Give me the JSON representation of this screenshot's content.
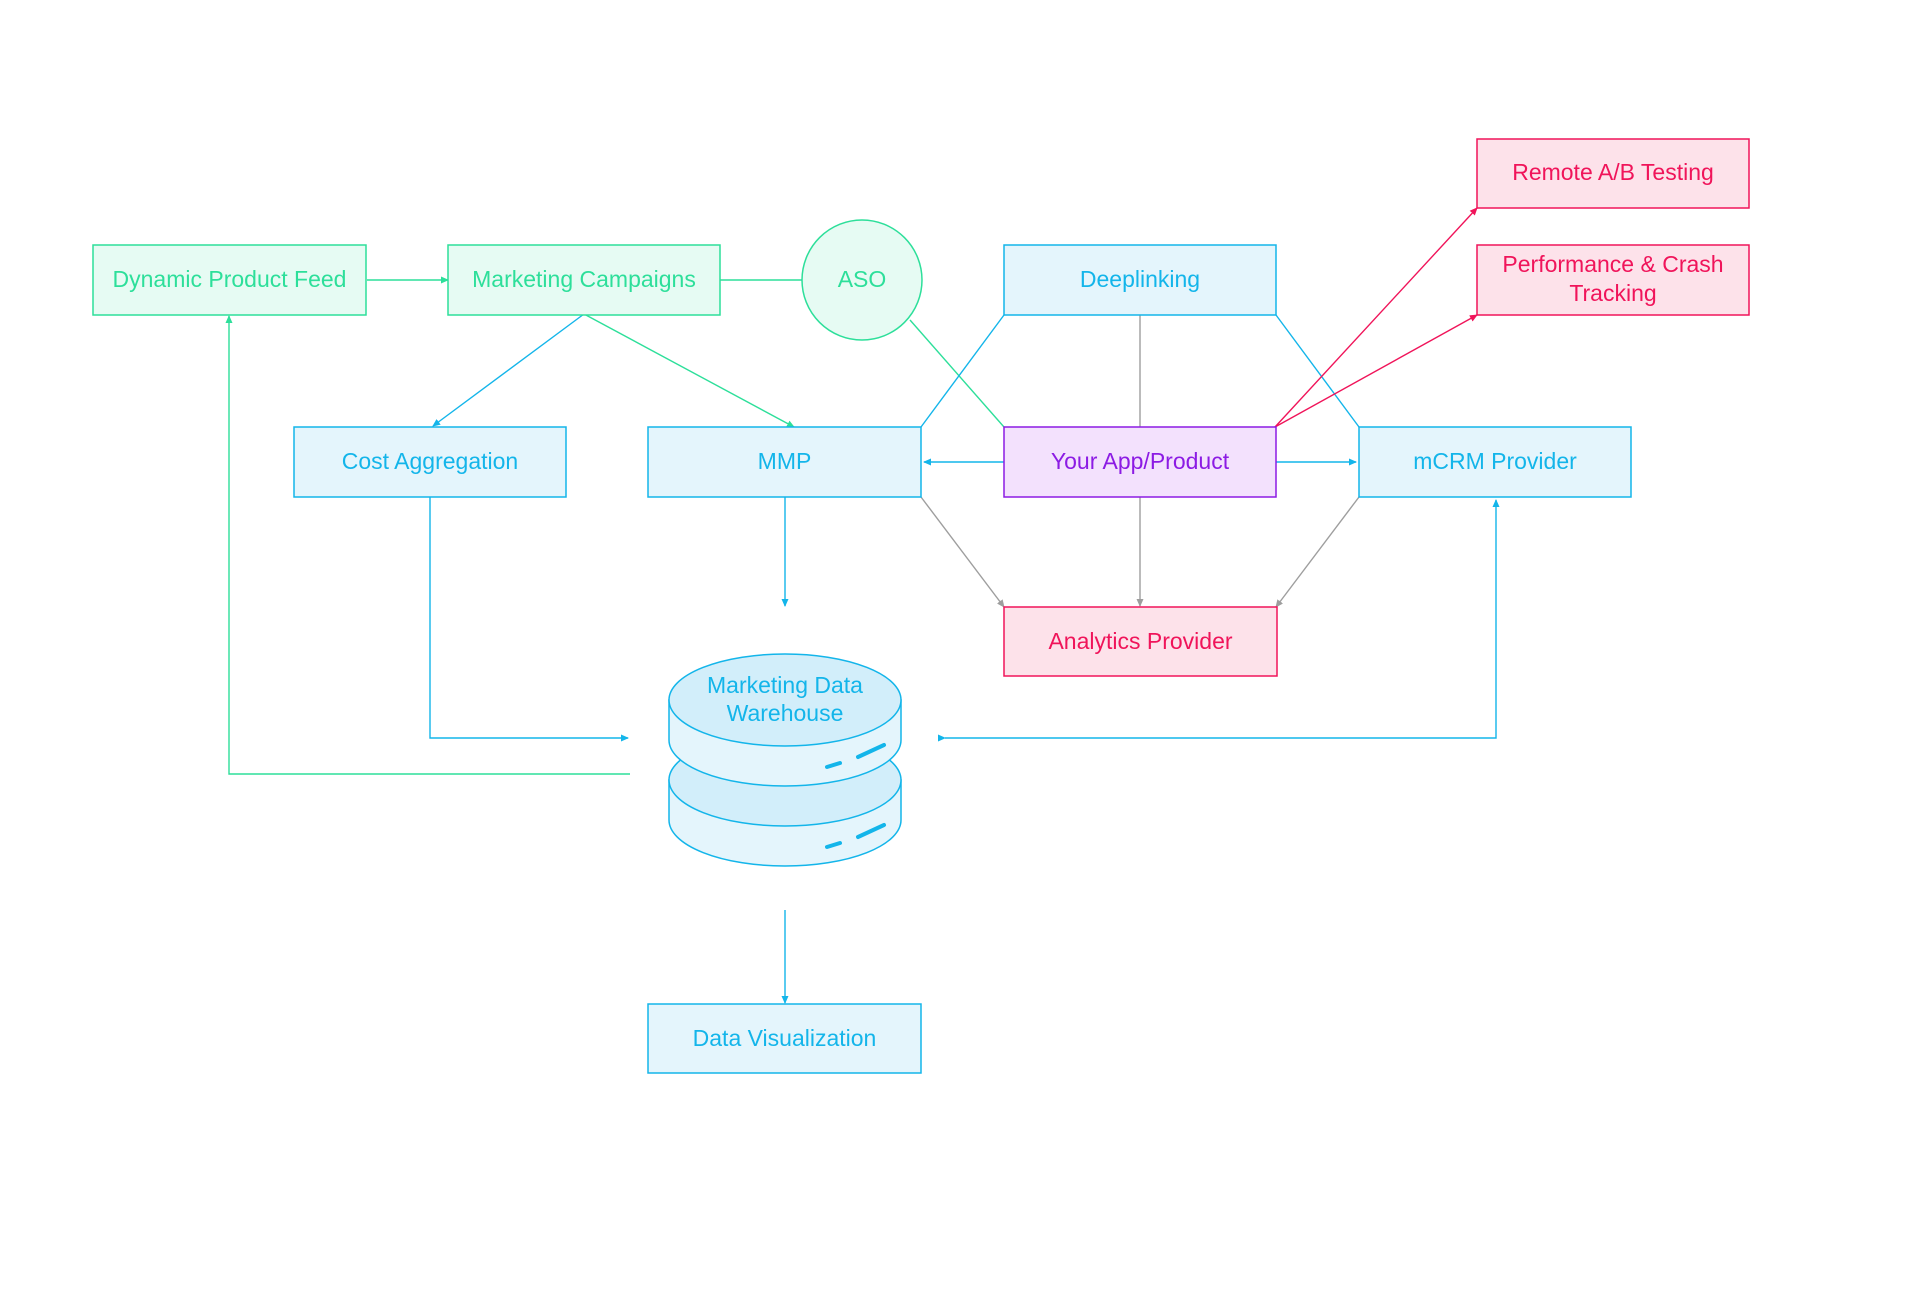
{
  "colors": {
    "green": "#2ddf9a",
    "green_fill": "#e6fbf3",
    "blue": "#13b5ea",
    "blue_fill": "#e4f5fc",
    "blue_fill_strong": "#d2eefa",
    "purple": "#8c1be4",
    "purple_fill": "#f3e1fd",
    "pink": "#f0145a",
    "pink_fill": "#fde2ea",
    "gray": "#9e9e9e"
  },
  "nodes": {
    "dynamic_product_feed": "Dynamic Product Feed",
    "marketing_campaigns": "Marketing Campaigns",
    "aso": "ASO",
    "deeplinking": "Deeplinking",
    "remote_ab_testing": "Remote A/B Testing",
    "performance_tracking_line1": "Performance & Crash",
    "performance_tracking_line2": "Tracking",
    "cost_aggregation": "Cost Aggregation",
    "mmp": "MMP",
    "your_app_product": "Your App/Product",
    "mcrm_provider": "mCRM Provider",
    "analytics_provider": "Analytics Provider",
    "warehouse_line1": "Marketing Data",
    "warehouse_line2": "Warehouse",
    "data_visualization": "Data Visualization"
  }
}
